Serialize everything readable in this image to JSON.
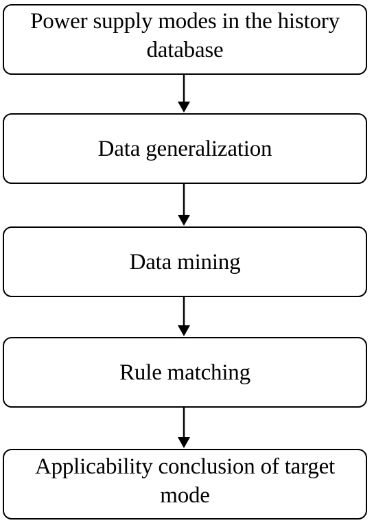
{
  "flowchart": {
    "steps": [
      {
        "label": "Power supply modes in the history database"
      },
      {
        "label": "Data generalization"
      },
      {
        "label": "Data mining"
      },
      {
        "label": "Rule matching"
      },
      {
        "label": "Applicability conclusion of target mode"
      }
    ],
    "colors": {
      "stroke": "#000000",
      "background": "#ffffff"
    }
  }
}
